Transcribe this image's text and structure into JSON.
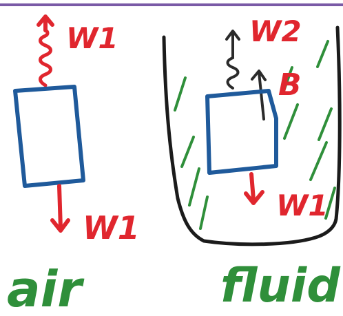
{
  "colors": {
    "top_border": "#7a5aa6",
    "block_stroke": "#1f5a9b",
    "force_red": "#e0262e",
    "spring_stroke": "#2b2b2b",
    "fluid_green": "#2f8f3a",
    "container_stroke": "#1b1b1b"
  },
  "labels": {
    "left_top_force": "W1",
    "left_bottom_force": "W1",
    "right_top_force": "W2",
    "right_buoyancy": "B",
    "right_bottom_force": "W1",
    "left_medium": "air",
    "right_medium": "fluid"
  }
}
